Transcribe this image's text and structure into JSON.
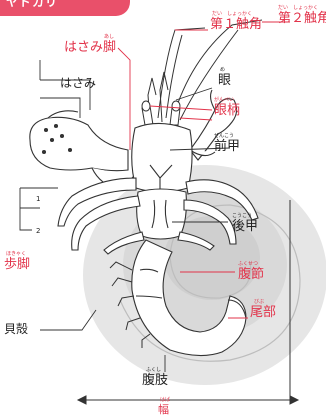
{
  "header": {
    "title": "ヤドカリ"
  },
  "labels": {
    "antenna1": {
      "text": "第１触角",
      "ruby": "だい　しょっかく"
    },
    "antenna2": {
      "text": "第２触角",
      "ruby": "だい　しょっかく"
    },
    "cheliped": {
      "text": "はさみ脚",
      "ruby": "あし"
    },
    "claw": {
      "text": "はさみ"
    },
    "eye": {
      "text": "眼",
      "ruby": "め"
    },
    "eyestalk": {
      "text": "眼柄",
      "ruby": "がんぺい"
    },
    "carapace_front": {
      "text": "前甲",
      "ruby": "ぜんこう"
    },
    "carapace_back": {
      "text": "後甲",
      "ruby": "こうこう"
    },
    "walking_legs": {
      "text": "歩脚",
      "ruby": "ほきゃく"
    },
    "abdomen": {
      "text": "腹節",
      "ruby": "ふくせつ"
    },
    "tail": {
      "text": "尾部",
      "ruby": "びぶ"
    },
    "shell": {
      "text": "貝殻"
    },
    "pleopods": {
      "text": "腹肢",
      "ruby": "ふくし"
    },
    "width": {
      "text": "幅",
      "ruby": "はば"
    }
  },
  "leg_numbers": [
    "1",
    "2"
  ]
}
